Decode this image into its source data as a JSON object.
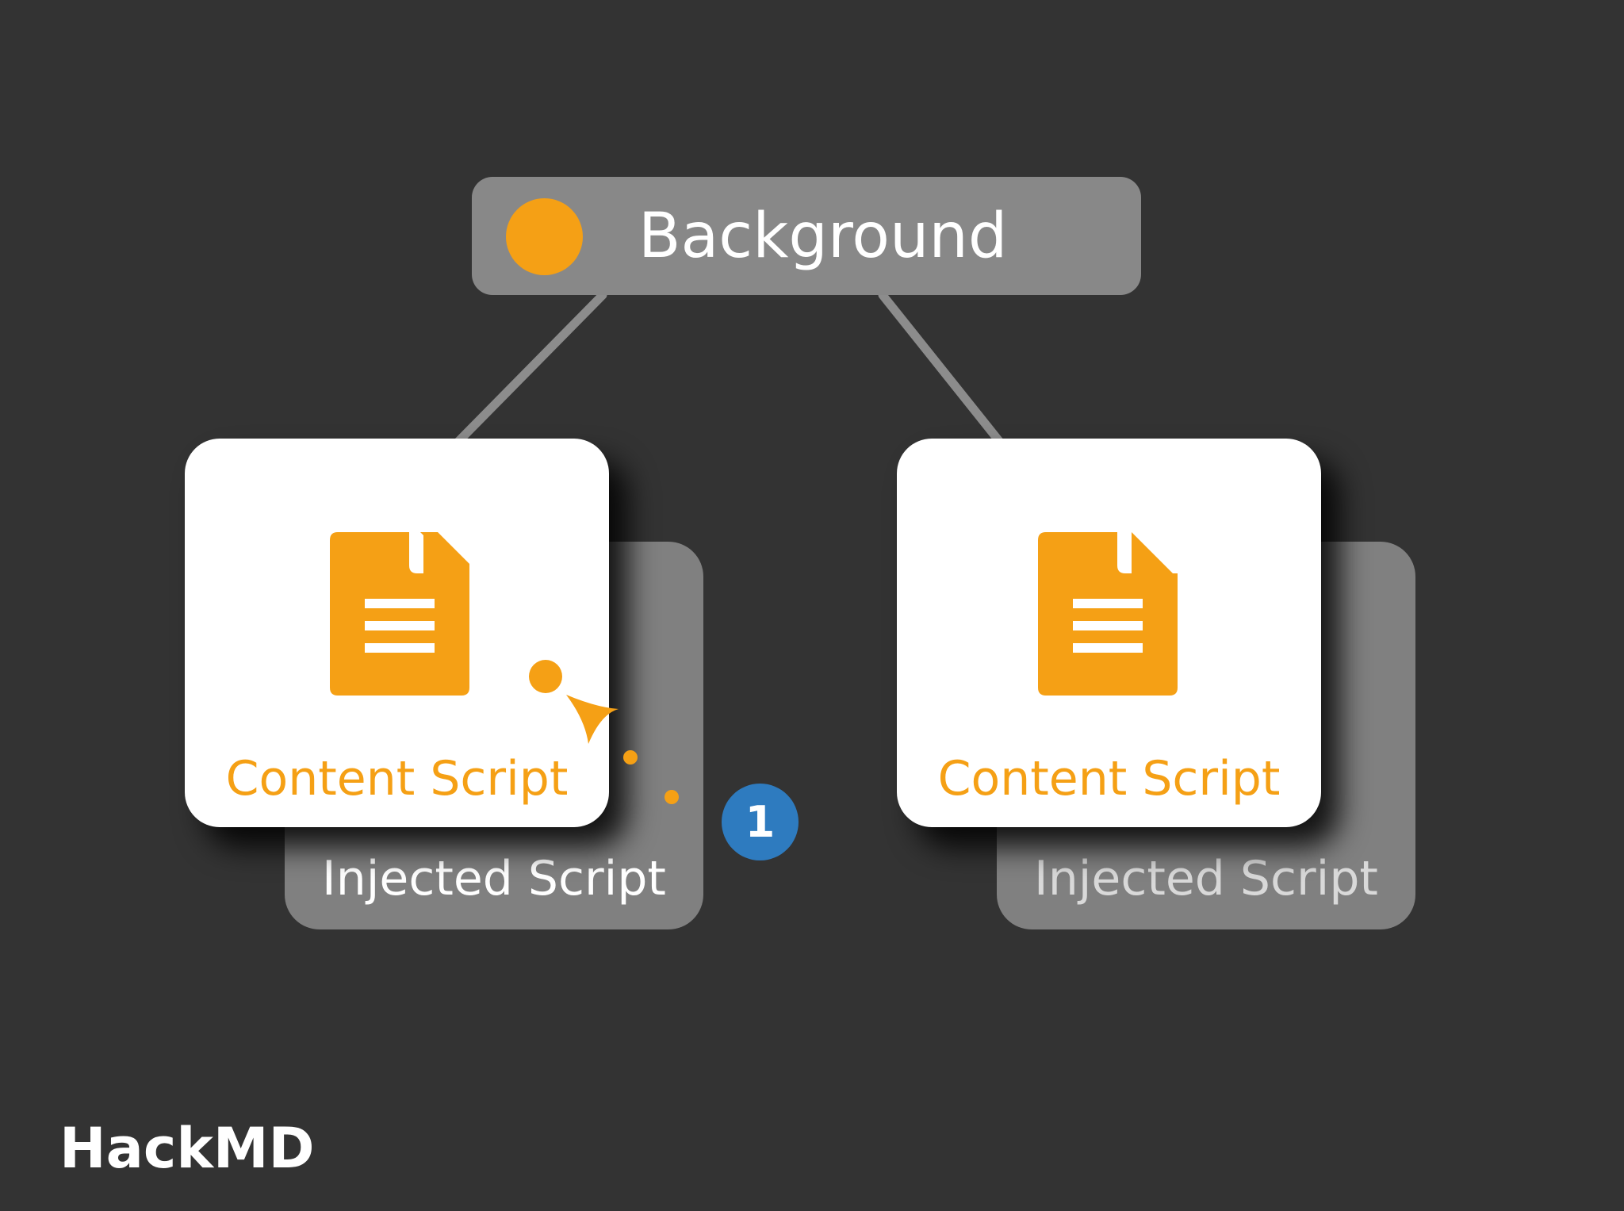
{
  "diagram": {
    "background_node": {
      "label": "Background"
    },
    "tabs": [
      {
        "content_label": "Content Script",
        "injected_label": "Injected Script"
      },
      {
        "content_label": "Content Script",
        "injected_label": "Injected Script"
      }
    ],
    "step_badge": {
      "label": "1"
    }
  },
  "brand": {
    "label": "HackMD"
  },
  "colors": {
    "canvas": "#333333",
    "node_fill": "#888888",
    "accent_orange": "#F5A015",
    "badge_blue": "#2E7BBF",
    "card_white": "#FFFFFF"
  },
  "icons": {
    "background_indicator": "orange-dot-icon",
    "content_document": "document-icon",
    "transition_marker": "arrowhead-icon"
  }
}
